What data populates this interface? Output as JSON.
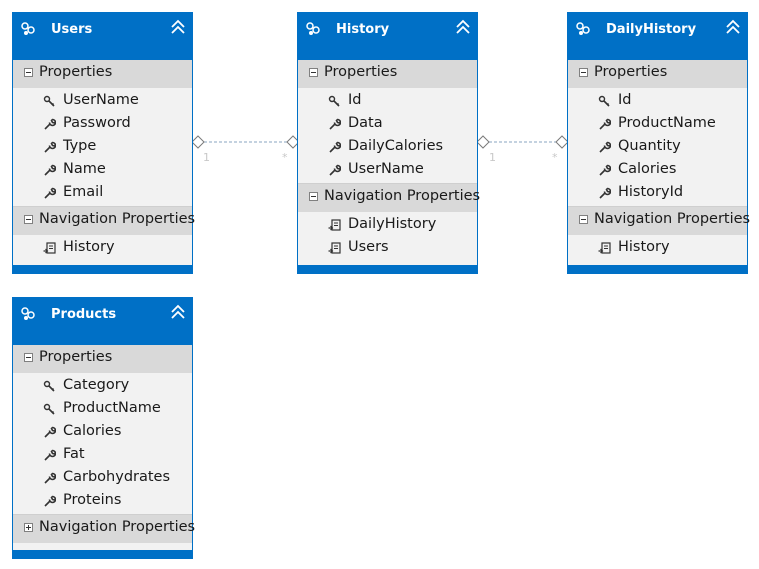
{
  "entities": {
    "users": {
      "title": "Users",
      "properties_label": "Properties",
      "properties": [
        "UserName",
        "Password",
        "Type",
        "Name",
        "Email"
      ],
      "key_props": [
        "UserName"
      ],
      "navigation_label": "Navigation Properties",
      "navigation": [
        "History"
      ]
    },
    "history": {
      "title": "History",
      "properties_label": "Properties",
      "properties": [
        "Id",
        "Data",
        "DailyCalories",
        "UserName"
      ],
      "navigation_label": "Navigation Properties",
      "navigation": [
        "DailyHistory",
        "Users"
      ]
    },
    "dailyhistory": {
      "title": "DailyHistory",
      "properties_label": "Properties",
      "properties": [
        "Id",
        "ProductName",
        "Quantity",
        "Calories",
        "HistoryId"
      ],
      "navigation_label": "Navigation Properties",
      "navigation": [
        "History"
      ]
    },
    "products": {
      "title": "Products",
      "properties_label": "Properties",
      "properties": [
        "Category",
        "ProductName",
        "Calories",
        "Fat",
        "Carbohydrates",
        "Proteins"
      ],
      "navigation_label": "Navigation Properties"
    }
  },
  "associations": [
    {
      "from": "Users",
      "to": "History",
      "from_multiplicity": "1",
      "to_multiplicity": "*"
    },
    {
      "from": "History",
      "to": "DailyHistory",
      "from_multiplicity": "1",
      "to_multiplicity": "*"
    }
  ],
  "colors": {
    "header": "#0070c6",
    "section": "#d9d9d9",
    "body": "#f2f2f2",
    "connector": "#8aa4c0"
  }
}
